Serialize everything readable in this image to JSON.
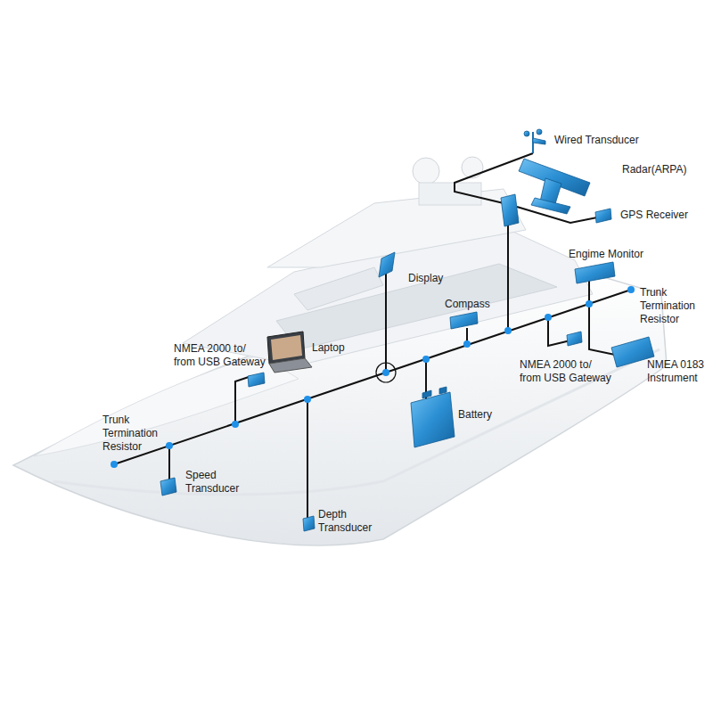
{
  "diagram": {
    "labels": [
      "Wired Transducer",
      "Radar(ARPA)",
      "GPS Receiver",
      "Engime Monitor",
      "Trunk Termination Resistor",
      "Display",
      "Compass",
      "NMEA 2000 to/ from USB Gateway",
      "Laptop",
      "NMEA 2000 to/ from USB Gateway",
      "NMEA 0183 Instrument",
      "Battery",
      "Trunk Termination Resistor",
      "Speed Transducer",
      "Depth Transducer"
    ]
  }
}
